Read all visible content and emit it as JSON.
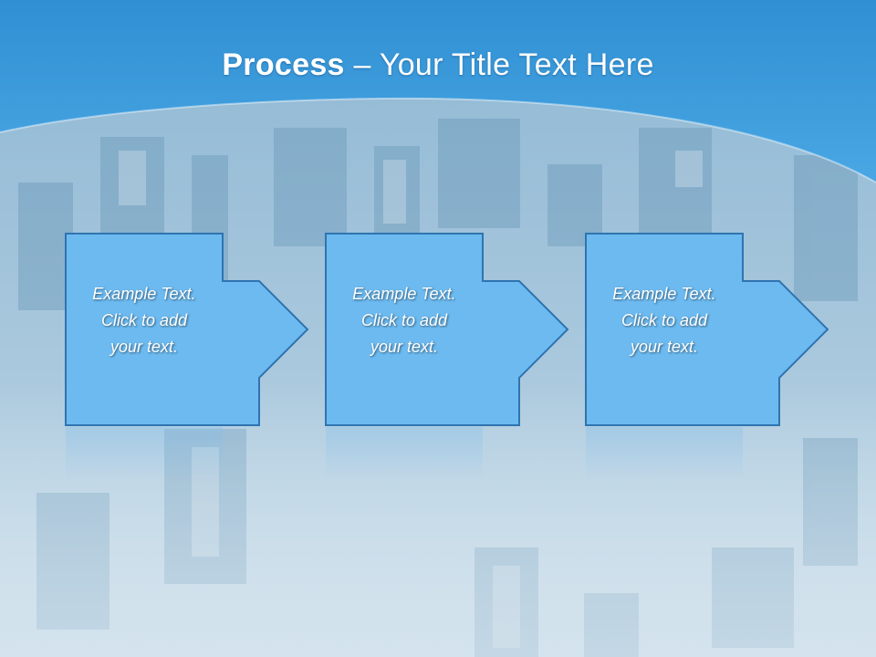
{
  "slide": {
    "title_bold": "Process",
    "title_rest": " – Your Title Text Here"
  },
  "steps": [
    {
      "line1": "Example Text.",
      "line2": "Click  to add",
      "line3": "your text."
    },
    {
      "line1": "Example Text.",
      "line2": "Click  to add",
      "line3": "your text."
    },
    {
      "line1": "Example Text.",
      "line2": "Click  to add",
      "line3": "your text."
    }
  ],
  "colors": {
    "header_blue": "#3a9ad8",
    "box_fill": "#6cbaf0",
    "box_border": "#2f74b0",
    "background_tint": "#c4dcea"
  }
}
